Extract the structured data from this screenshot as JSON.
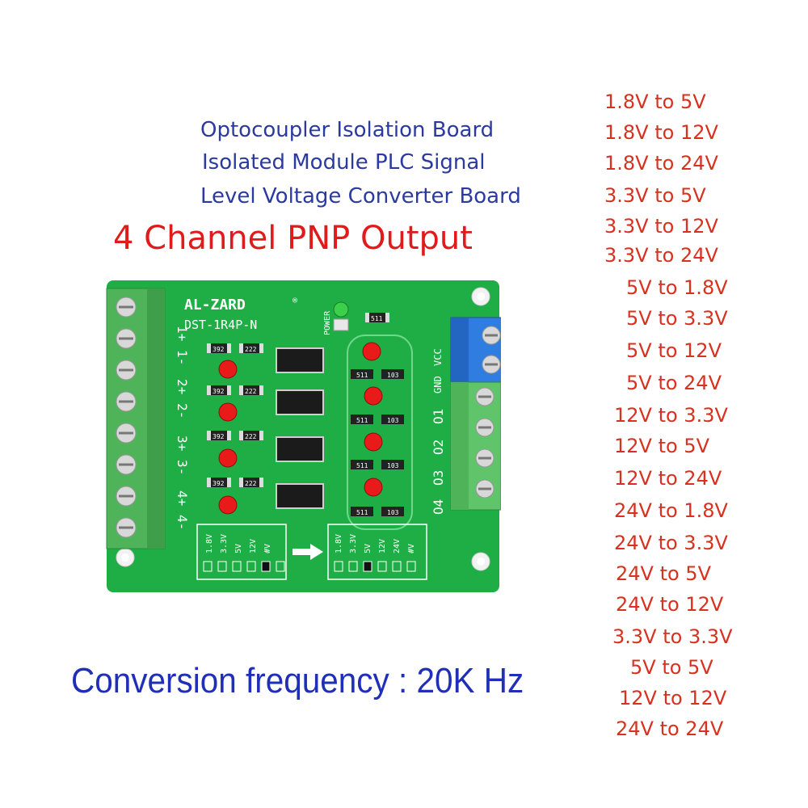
{
  "description": {
    "line1": "Optocoupler Isolation Board",
    "line2": "Isolated Module PLC Signal",
    "line3": "Level Voltage Converter Board"
  },
  "headline": {
    "part1": "4 Channel",
    "part2": "PNP Output"
  },
  "frequency": {
    "label": "Conversion frequency :",
    "value": "20K Hz"
  },
  "conversions": [
    "1.8V to 5V",
    "1.8V to 12V",
    "1.8V to 24V",
    "3.3V to 5V",
    "3.3V to 12V",
    "3.3V to 24V",
    "5V to 1.8V",
    "5V to 3.3V",
    "5V to 12V",
    "5V to 24V",
    "12V to 3.3V",
    "12V to 5V",
    "12V to 24V",
    "24V to 1.8V",
    "24V to 3.3V",
    "24V to 5V",
    "24V to 12V",
    "3.3V to 3.3V",
    "5V to 5V",
    "12V to 12V",
    "24V to 24V"
  ],
  "board": {
    "brand": "AL-ZARD",
    "registered": "®",
    "model": "DST-1R4P-N",
    "power_label": "POWER",
    "input_labels": [
      "1+",
      "1-",
      "2+",
      "2-",
      "3+",
      "3-",
      "4+",
      "4-"
    ],
    "output_labels": [
      "GND",
      "VCC",
      "O1",
      "O2",
      "O3",
      "O4"
    ],
    "jumper_left": [
      "1.8V",
      "3.3V",
      "5V",
      "12V",
      "#V"
    ],
    "jumper_right": [
      "1.8V",
      "3.3V",
      "5V",
      "12V",
      "24V",
      "#V"
    ],
    "resistor_labels": {
      "r392": "392",
      "r222": "222",
      "r511": "511",
      "r103": "103"
    },
    "colors": {
      "pcb": "#1fae45",
      "terminal_green": "#5fc46a",
      "terminal_blue": "#2f7de0",
      "led_red": "#e81a1a",
      "led_green": "#3ccf4a"
    }
  }
}
